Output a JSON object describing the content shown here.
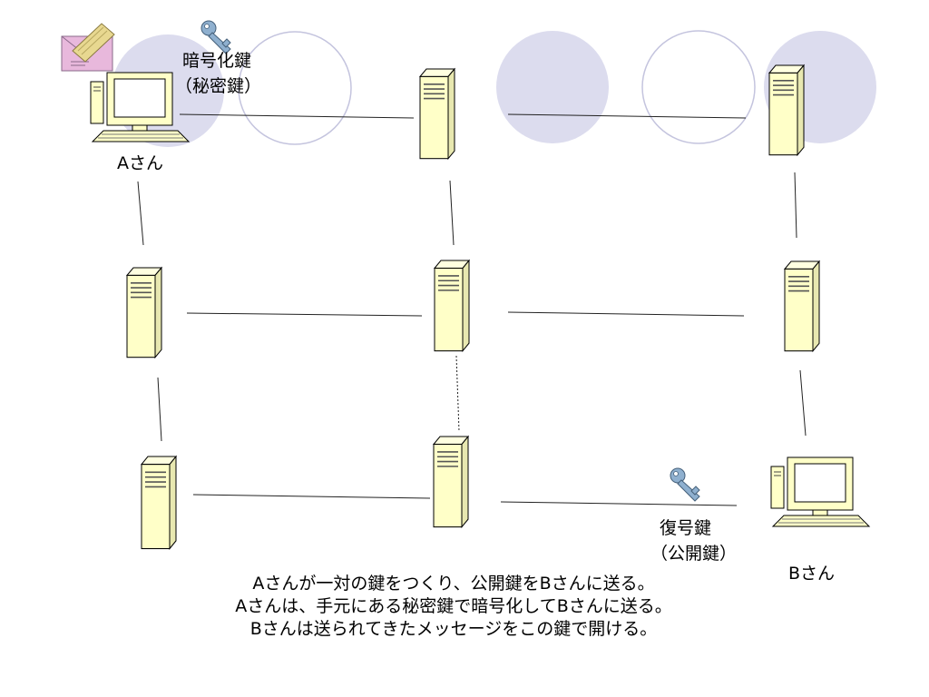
{
  "labels": {
    "a_person": "Aさん",
    "b_person": "Bさん",
    "encryption_key_line1": "暗号化鍵",
    "encryption_key_line2": "（秘密鍵）",
    "decryption_key_line1": "復号鍵",
    "decryption_key_line2": "（公開鍵）"
  },
  "caption": [
    "Aさんが一対の鍵をつくり、公開鍵をBさんに送る。",
    "Aさんは、手元にある秘密鍵で暗号化してBさんに送る。",
    "Bさんは送られてきたメッセージをこの鍵で開ける。"
  ],
  "colors": {
    "server_fill": "#ffffc8",
    "highlight_circle": "#dcdcee",
    "outline_circle": "#c4c4de",
    "key_fill": "#8fb0cf",
    "envelope_fill": "#e8b8dc"
  },
  "icons": [
    "envelope-icon",
    "key-icon",
    "computer-icon",
    "server-icon"
  ]
}
